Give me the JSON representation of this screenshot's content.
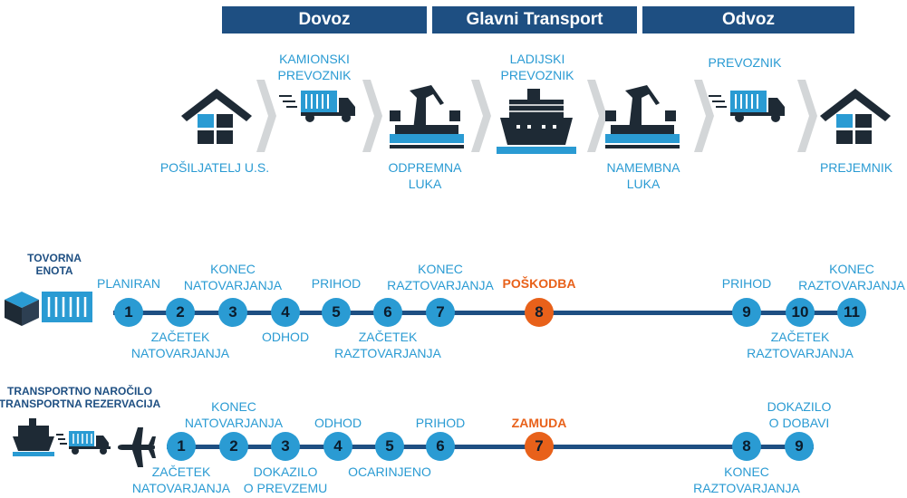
{
  "colors": {
    "dark_blue": "#1e4f82",
    "light_blue": "#2a9bd3",
    "orange": "#e8611a",
    "gray": "#d3d6d8"
  },
  "phases": [
    {
      "label": "Dovoz"
    },
    {
      "label": "Glavni Transport"
    },
    {
      "label": "Odvoz"
    }
  ],
  "flow": {
    "shipper": "POŠILJATELJ U.S.",
    "truck_carrier": "KAMIONSKI\nPREVOZNIK",
    "origin_port": "ODPREMNA\nLUKA",
    "ocean_carrier": "LADIJSKI\nPREVOZNIK",
    "dest_port": "NAMEMBNA\nLUKA",
    "carrier": "PREVOZNIK",
    "consignee": "PREJEMNIK"
  },
  "row1": {
    "title": "TOVORNA\nENOTA",
    "steps": [
      {
        "n": "1",
        "label": "PLANIRAN",
        "pos": "top",
        "alert": false
      },
      {
        "n": "2",
        "label": "ZAČETEK\nNATOVARJANJA",
        "pos": "bottom",
        "alert": false
      },
      {
        "n": "3",
        "label": "KONEC\nNATOVARJANJA",
        "pos": "top",
        "alert": false
      },
      {
        "n": "4",
        "label": "ODHOD",
        "pos": "bottom",
        "alert": false
      },
      {
        "n": "5",
        "label": "PRIHOD",
        "pos": "top",
        "alert": false
      },
      {
        "n": "6",
        "label": "ZAČETEK\nRAZTOVARJANJA",
        "pos": "bottom",
        "alert": false
      },
      {
        "n": "7",
        "label": "KONEC\nRAZTOVARJANJA",
        "pos": "top",
        "alert": false
      },
      {
        "n": "8",
        "label": "POŠKODBA",
        "pos": "top",
        "alert": true
      },
      {
        "n": "9",
        "label": "PRIHOD",
        "pos": "top",
        "alert": false
      },
      {
        "n": "10",
        "label": "ZAČETEK\nRAZTOVARJANJA",
        "pos": "bottom",
        "alert": false
      },
      {
        "n": "11",
        "label": "KONEC\nRAZTOVARJANJA",
        "pos": "top",
        "alert": false
      }
    ]
  },
  "row2": {
    "title": "TRANSPORTNO NAROČILO\nTRANSPORTNA REZERVACIJA",
    "steps": [
      {
        "n": "1",
        "label": "ZAČETEK\nNATOVARJANJA",
        "pos": "bottom",
        "alert": false
      },
      {
        "n": "2",
        "label": "KONEC\nNATOVARJANJA",
        "pos": "top",
        "alert": false
      },
      {
        "n": "3",
        "label": "DOKAZILO\nO PREVZEMU",
        "pos": "bottom",
        "alert": false
      },
      {
        "n": "4",
        "label": "ODHOD",
        "pos": "top",
        "alert": false
      },
      {
        "n": "5",
        "label": "OCARINJENO",
        "pos": "bottom",
        "alert": false
      },
      {
        "n": "6",
        "label": "PRIHOD",
        "pos": "top",
        "alert": false
      },
      {
        "n": "7",
        "label": "ZAMUDA",
        "pos": "top",
        "alert": true
      },
      {
        "n": "8",
        "label": "KONEC\nRAZTOVARJANJA",
        "pos": "bottom",
        "alert": false
      },
      {
        "n": "9",
        "label": "DOKAZILO\nO DOBAVI",
        "pos": "top",
        "alert": false
      }
    ]
  }
}
